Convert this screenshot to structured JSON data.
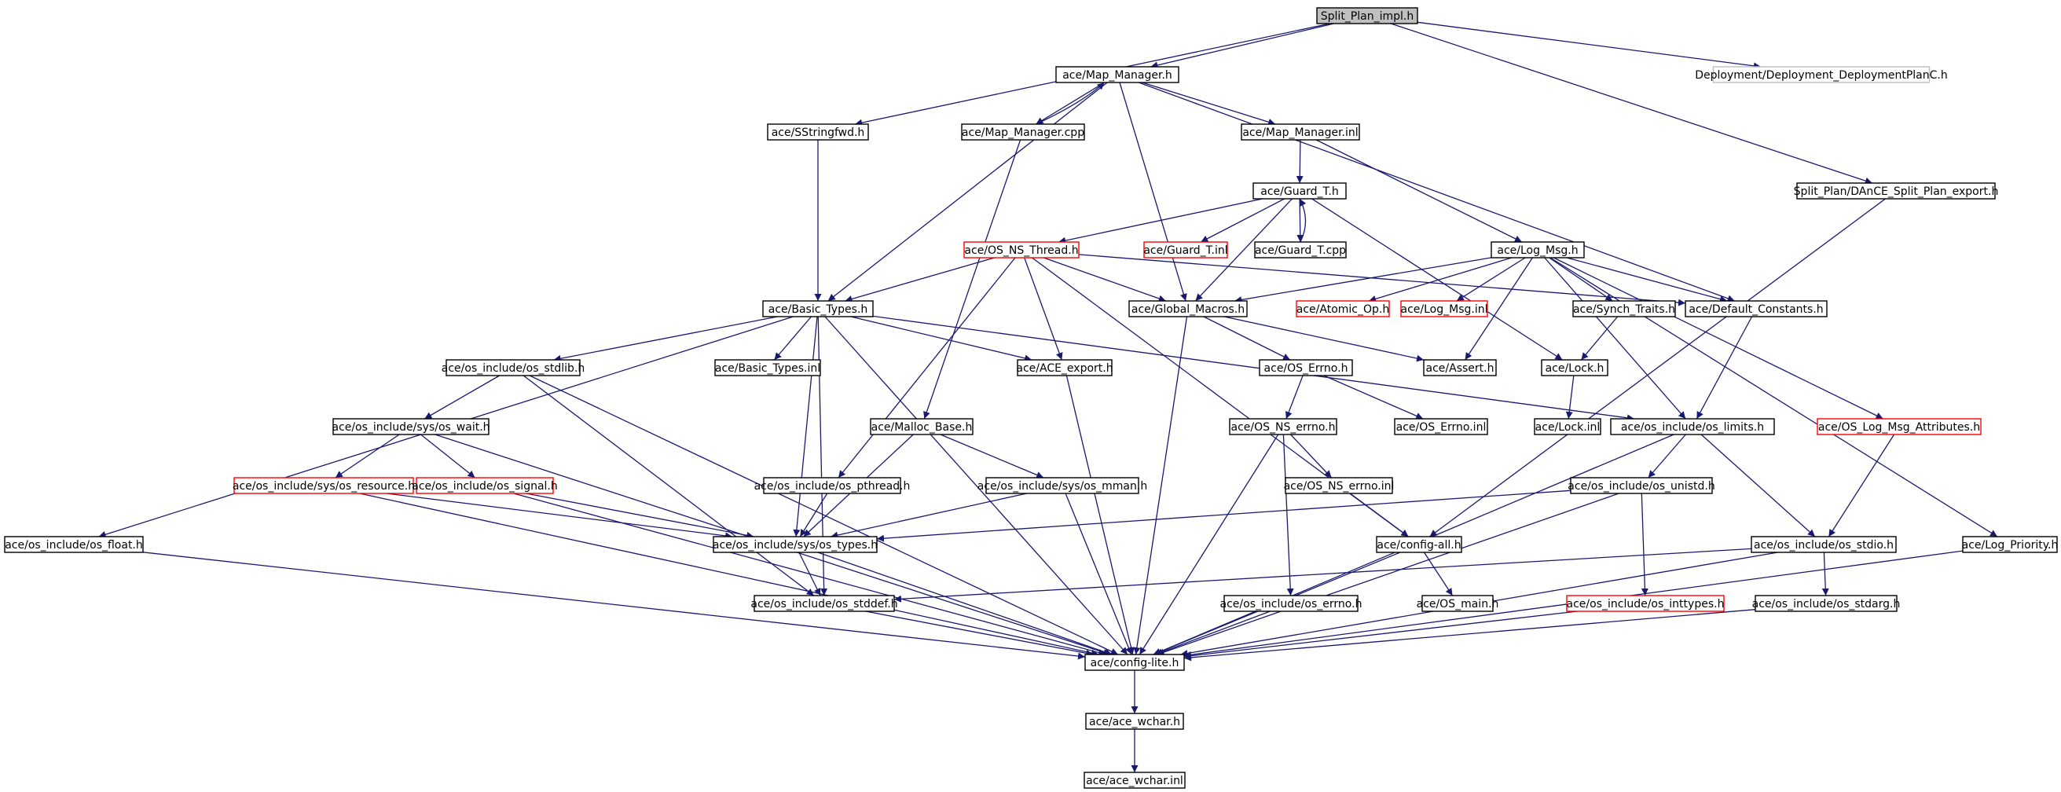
{
  "graph": {
    "edge_color": "#191970",
    "nodes": [
      {
        "id": "root",
        "label": "Split_Plan_impl.h",
        "style": "root"
      },
      {
        "id": "mapmgr_h",
        "label": "ace/Map_Manager.h"
      },
      {
        "id": "dplan",
        "label": "Deployment/Deployment_DeploymentPlanC.h",
        "style": "grey"
      },
      {
        "id": "sstringfwd",
        "label": "ace/SStringfwd.h"
      },
      {
        "id": "mapmgr_cpp",
        "label": "ace/Map_Manager.cpp"
      },
      {
        "id": "mapmgr_inl",
        "label": "ace/Map_Manager.inl"
      },
      {
        "id": "splitexport",
        "label": "Split_Plan/DAnCE_Split_Plan_export.h"
      },
      {
        "id": "guard_h",
        "label": "ace/Guard_T.h"
      },
      {
        "id": "osns_thread",
        "label": "ace/OS_NS_Thread.h",
        "style": "red"
      },
      {
        "id": "guard_inl",
        "label": "ace/Guard_T.inl",
        "style": "red"
      },
      {
        "id": "guard_cpp",
        "label": "ace/Guard_T.cpp"
      },
      {
        "id": "logmsg_h",
        "label": "ace/Log_Msg.h"
      },
      {
        "id": "basictypes_h",
        "label": "ace/Basic_Types.h"
      },
      {
        "id": "globalmacros",
        "label": "ace/Global_Macros.h"
      },
      {
        "id": "atomicop",
        "label": "ace/Atomic_Op.h",
        "style": "red"
      },
      {
        "id": "logmsg_inl",
        "label": "ace/Log_Msg.inl",
        "style": "red"
      },
      {
        "id": "synchtraits",
        "label": "ace/Synch_Traits.h"
      },
      {
        "id": "defconst",
        "label": "ace/Default_Constants.h"
      },
      {
        "id": "os_stdlib",
        "label": "ace/os_include/os_stdlib.h"
      },
      {
        "id": "basictypes_inl",
        "label": "ace/Basic_Types.inl"
      },
      {
        "id": "ace_export",
        "label": "ace/ACE_export.h"
      },
      {
        "id": "os_errno_h",
        "label": "ace/OS_Errno.h"
      },
      {
        "id": "assert_h",
        "label": "ace/Assert.h"
      },
      {
        "id": "lock_h",
        "label": "ace/Lock.h"
      },
      {
        "id": "sys_wait",
        "label": "ace/os_include/sys/os_wait.h"
      },
      {
        "id": "malloc_base",
        "label": "ace/Malloc_Base.h"
      },
      {
        "id": "osns_errno_h",
        "label": "ace/OS_NS_errno.h"
      },
      {
        "id": "os_errno_inl",
        "label": "ace/OS_Errno.inl"
      },
      {
        "id": "lock_inl",
        "label": "ace/Lock.inl"
      },
      {
        "id": "os_limits",
        "label": "ace/os_include/os_limits.h"
      },
      {
        "id": "os_log_attr",
        "label": "ace/OS_Log_Msg_Attributes.h",
        "style": "red"
      },
      {
        "id": "sys_resource",
        "label": "ace/os_include/sys/os_resource.h",
        "style": "red"
      },
      {
        "id": "os_signal",
        "label": "ace/os_include/os_signal.h",
        "style": "red"
      },
      {
        "id": "os_pthread",
        "label": "ace/os_include/os_pthread.h"
      },
      {
        "id": "sys_mman",
        "label": "ace/os_include/sys/os_mman.h"
      },
      {
        "id": "osns_errno_inl",
        "label": "ace/OS_NS_errno.inl"
      },
      {
        "id": "os_unistd",
        "label": "ace/os_include/os_unistd.h"
      },
      {
        "id": "os_float",
        "label": "ace/os_include/os_float.h"
      },
      {
        "id": "sys_types",
        "label": "ace/os_include/sys/os_types.h"
      },
      {
        "id": "config_all",
        "label": "ace/config-all.h"
      },
      {
        "id": "os_stdio",
        "label": "ace/os_include/os_stdio.h"
      },
      {
        "id": "log_priority",
        "label": "ace/Log_Priority.h"
      },
      {
        "id": "os_stddef",
        "label": "ace/os_include/os_stddef.h"
      },
      {
        "id": "os_main",
        "label": "ace/OS_main.h"
      },
      {
        "id": "os_errno_sys",
        "label": "ace/os_include/os_errno.h"
      },
      {
        "id": "os_inttypes",
        "label": "ace/os_include/os_inttypes.h",
        "style": "red"
      },
      {
        "id": "os_stdarg",
        "label": "ace/os_include/os_stdarg.h"
      },
      {
        "id": "config_lite",
        "label": "ace/config-lite.h"
      },
      {
        "id": "ace_wchar_h",
        "label": "ace/ace_wchar.h"
      },
      {
        "id": "ace_wchar_inl",
        "label": "ace/ace_wchar.inl"
      }
    ],
    "edges": [
      [
        "root",
        "mapmgr_h"
      ],
      [
        "root",
        "dplan"
      ],
      [
        "root",
        "sstringfwd"
      ],
      [
        "root",
        "splitexport"
      ],
      [
        "mapmgr_h",
        "mapmgr_cpp"
      ],
      [
        "mapmgr_cpp",
        "mapmgr_h"
      ],
      [
        "mapmgr_h",
        "mapmgr_inl"
      ],
      [
        "mapmgr_h",
        "basictypes_h"
      ],
      [
        "mapmgr_h",
        "globalmacros"
      ],
      [
        "mapmgr_h",
        "defconst"
      ],
      [
        "sstringfwd",
        "basictypes_h"
      ],
      [
        "mapmgr_cpp",
        "malloc_base"
      ],
      [
        "mapmgr_inl",
        "guard_h"
      ],
      [
        "mapmgr_inl",
        "logmsg_h"
      ],
      [
        "splitexport",
        "config_all"
      ],
      [
        "guard_h",
        "osns_thread"
      ],
      [
        "guard_h",
        "guard_inl"
      ],
      [
        "guard_h",
        "guard_cpp"
      ],
      [
        "guard_cpp",
        "guard_h"
      ],
      [
        "guard_h",
        "globalmacros"
      ],
      [
        "guard_h",
        "lock_h"
      ],
      [
        "osns_thread",
        "basictypes_h"
      ],
      [
        "osns_thread",
        "globalmacros"
      ],
      [
        "osns_thread",
        "defconst"
      ],
      [
        "osns_thread",
        "ace_export"
      ],
      [
        "osns_thread",
        "os_pthread"
      ],
      [
        "osns_thread",
        "config_all"
      ],
      [
        "logmsg_h",
        "globalmacros"
      ],
      [
        "logmsg_h",
        "atomicop"
      ],
      [
        "logmsg_h",
        "logmsg_inl"
      ],
      [
        "logmsg_h",
        "synchtraits"
      ],
      [
        "logmsg_h",
        "defconst"
      ],
      [
        "logmsg_h",
        "assert_h"
      ],
      [
        "logmsg_h",
        "os_log_attr"
      ],
      [
        "logmsg_h",
        "log_priority"
      ],
      [
        "logmsg_h",
        "os_limits"
      ],
      [
        "basictypes_h",
        "os_stdlib"
      ],
      [
        "basictypes_h",
        "basictypes_inl"
      ],
      [
        "basictypes_h",
        "ace_export"
      ],
      [
        "basictypes_h",
        "os_float"
      ],
      [
        "basictypes_h",
        "os_limits"
      ],
      [
        "basictypes_h",
        "sys_types"
      ],
      [
        "basictypes_h",
        "os_stddef"
      ],
      [
        "basictypes_h",
        "config_lite"
      ],
      [
        "globalmacros",
        "os_errno_h"
      ],
      [
        "globalmacros",
        "assert_h"
      ],
      [
        "globalmacros",
        "config_lite"
      ],
      [
        "synchtraits",
        "lock_h"
      ],
      [
        "defconst",
        "os_limits"
      ],
      [
        "os_stdlib",
        "sys_wait"
      ],
      [
        "os_stdlib",
        "os_stddef"
      ],
      [
        "os_stdlib",
        "config_lite"
      ],
      [
        "ace_export",
        "config_lite"
      ],
      [
        "os_errno_h",
        "osns_errno_h"
      ],
      [
        "os_errno_h",
        "os_errno_inl"
      ],
      [
        "lock_h",
        "lock_inl"
      ],
      [
        "sys_wait",
        "sys_resource"
      ],
      [
        "sys_wait",
        "os_signal"
      ],
      [
        "sys_wait",
        "config_lite"
      ],
      [
        "malloc_base",
        "sys_mman"
      ],
      [
        "malloc_base",
        "sys_types"
      ],
      [
        "osns_errno_h",
        "osns_errno_inl"
      ],
      [
        "osns_errno_h",
        "os_errno_sys"
      ],
      [
        "osns_errno_h",
        "config_lite"
      ],
      [
        "os_limits",
        "os_unistd"
      ],
      [
        "os_limits",
        "os_stdio"
      ],
      [
        "os_limits",
        "config_lite"
      ],
      [
        "os_log_attr",
        "os_stdio"
      ],
      [
        "sys_resource",
        "sys_types"
      ],
      [
        "sys_resource",
        "config_lite"
      ],
      [
        "os_signal",
        "sys_types"
      ],
      [
        "os_signal",
        "config_lite"
      ],
      [
        "os_pthread",
        "sys_types"
      ],
      [
        "sys_mman",
        "sys_types"
      ],
      [
        "sys_mman",
        "config_lite"
      ],
      [
        "osns_errno_inl",
        "config_all"
      ],
      [
        "os_unistd",
        "sys_types"
      ],
      [
        "os_unistd",
        "os_inttypes"
      ],
      [
        "os_unistd",
        "config_lite"
      ],
      [
        "os_float",
        "config_lite"
      ],
      [
        "sys_types",
        "os_stddef"
      ],
      [
        "sys_types",
        "config_lite"
      ],
      [
        "config_all",
        "os_main"
      ],
      [
        "config_all",
        "config_lite"
      ],
      [
        "os_stdio",
        "os_stddef"
      ],
      [
        "os_stdio",
        "os_stdarg"
      ],
      [
        "os_stdio",
        "config_lite"
      ],
      [
        "log_priority",
        "config_lite"
      ],
      [
        "os_stddef",
        "config_lite"
      ],
      [
        "os_errno_sys",
        "config_lite"
      ],
      [
        "os_inttypes",
        "config_lite"
      ],
      [
        "os_stdarg",
        "config_lite"
      ],
      [
        "config_lite",
        "ace_wchar_h"
      ],
      [
        "ace_wchar_h",
        "ace_wchar_inl"
      ]
    ]
  }
}
